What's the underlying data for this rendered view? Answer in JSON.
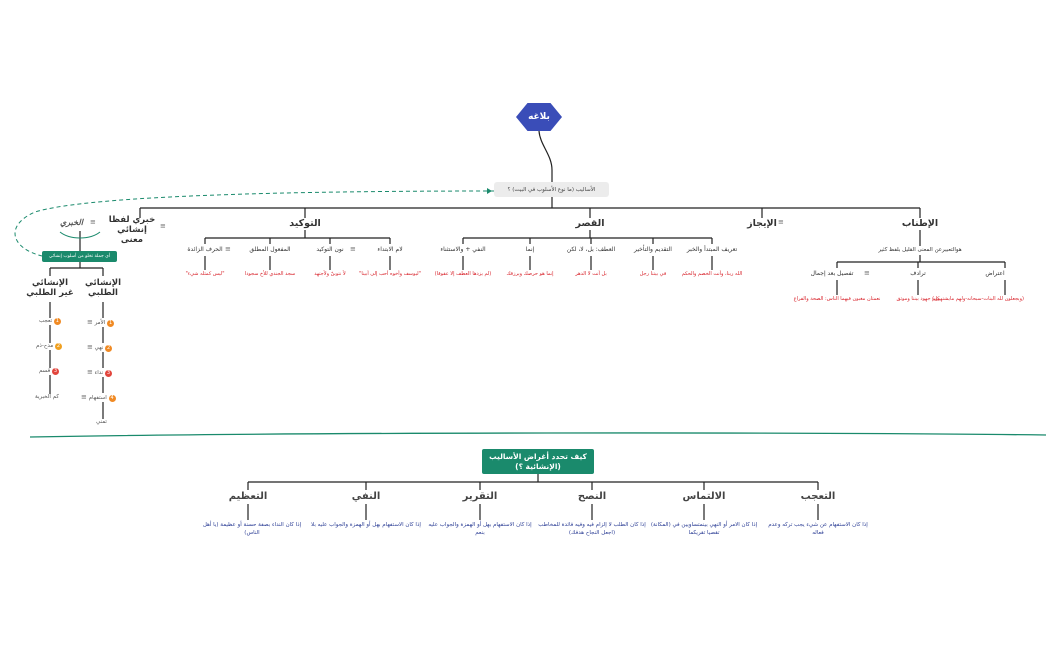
{
  "root": "بلاغه",
  "question": "الأساليب (ما نوع الأسلوب في البيت) ؟",
  "branches": {
    "itnab": {
      "title": "الإطناب",
      "sub": "هوالتعبيرعن المعنى القليل بلفظ كثير"
    },
    "ijaz": {
      "title": "الإيجاز"
    },
    "qasr": {
      "title": "القصر"
    },
    "tawkid": {
      "title": "التوكيد"
    },
    "khabari_lafzan": {
      "title": "خبري لفظا إنشائي معنى"
    },
    "khabari": {
      "title": "الخبري"
    }
  },
  "itnab_items": [
    {
      "label": "اعتراض",
      "example": "(ويجعلون لله البنات-سبحانه-ولهم مايشتهون)"
    },
    {
      "label": "ترادف",
      "example": "كلم جهود بيننا وموثق"
    },
    {
      "label": "تفصيل بعد إجمال",
      "example": "نعمتان مغبون فيهما الناس: الصحة والفراغ"
    }
  ],
  "qasr_items": [
    {
      "label": "تعريف المبتدأ والخبر",
      "example": "الله ربنا، وأنت الخصم والحكم"
    },
    {
      "label": "التقديم والتأخير",
      "example": "في بيتنا رجل"
    },
    {
      "label": "العطف: بل، لا، لكن",
      "example": "بل أنت لا الدهر"
    },
    {
      "label": "إنما",
      "example": "إنما هو حرصك ويرزقك"
    },
    {
      "label": "النفي + والاستثناء",
      "example": "(لم يزدها العطف إلا عقوقا)"
    }
  ],
  "tawkid_items": [
    {
      "label": "لام الابتداء",
      "example": "\"ليوسف وأخوه أحب إلى أبينا\""
    },
    {
      "label": "نون التوكيد",
      "example": "لأ نتوبنّ ولأجتهد"
    },
    {
      "label": "المفعول المطلق",
      "example": "سجد الجندي للأخ سجودا"
    },
    {
      "label": "الحرف الزائدة",
      "example": "\"ليس كمثله شيء\""
    }
  ],
  "green_note": "أي جملة تخلو من أسلوب إنشائي",
  "insha": {
    "talabi": {
      "title_line1": "الإنشائي",
      "title_line2": "الطلبي",
      "items": [
        {
          "num": "1",
          "label": "الأمر"
        },
        {
          "num": "2",
          "label": "نهي"
        },
        {
          "num": "3",
          "label": "نداء"
        },
        {
          "num": "4",
          "label": "استفهام"
        },
        {
          "num": "",
          "label": "تمني"
        }
      ]
    },
    "ghair": {
      "title_line1": "الإنشائي",
      "title_line2": "غير الطلبي",
      "items": [
        {
          "num": "1",
          "label": "تعجب"
        },
        {
          "num": "2",
          "label": "مدح-ذم"
        },
        {
          "num": "3",
          "label": "قسم"
        },
        {
          "num": "",
          "label": "كم الخبرية"
        }
      ]
    }
  },
  "how_box": "كيف تحدد أغراض الأساليب (الإنشائية ؟)",
  "purposes": [
    {
      "title": "التعجب",
      "desc": "إذا كان الاستفهام عن شيء يجب تركه وعدم فعاله"
    },
    {
      "title": "الالتماس",
      "desc": "إذا كان الامر أو النهي بينمتساويين في (المكانة) تقصيا تقريكما"
    },
    {
      "title": "النصح",
      "desc": "إذا كان الطلب لا إلزام فيه وفيه فائدة للمخاطب (اجعل النجاح هدفك)"
    },
    {
      "title": "التقرير",
      "desc": "إذا كان الاستفهام بهل أو الهمزة والجواب عليه بنعم"
    },
    {
      "title": "النفي",
      "desc": "إذا كان الاستفهام بهل أو الهمزة والجواب عليه بلا"
    },
    {
      "title": "التعظيم",
      "desc": "إذا كان النداء بصفة حسنة أو عظيمة (يا أهل الناس)"
    }
  ],
  "colors": {
    "root": "#3a4db8",
    "green": "#1a8a6c",
    "example": "#d8222a",
    "purpose_desc": "#2c3e95",
    "num_orange": "#f08a24",
    "num_red": "#e2453c"
  }
}
